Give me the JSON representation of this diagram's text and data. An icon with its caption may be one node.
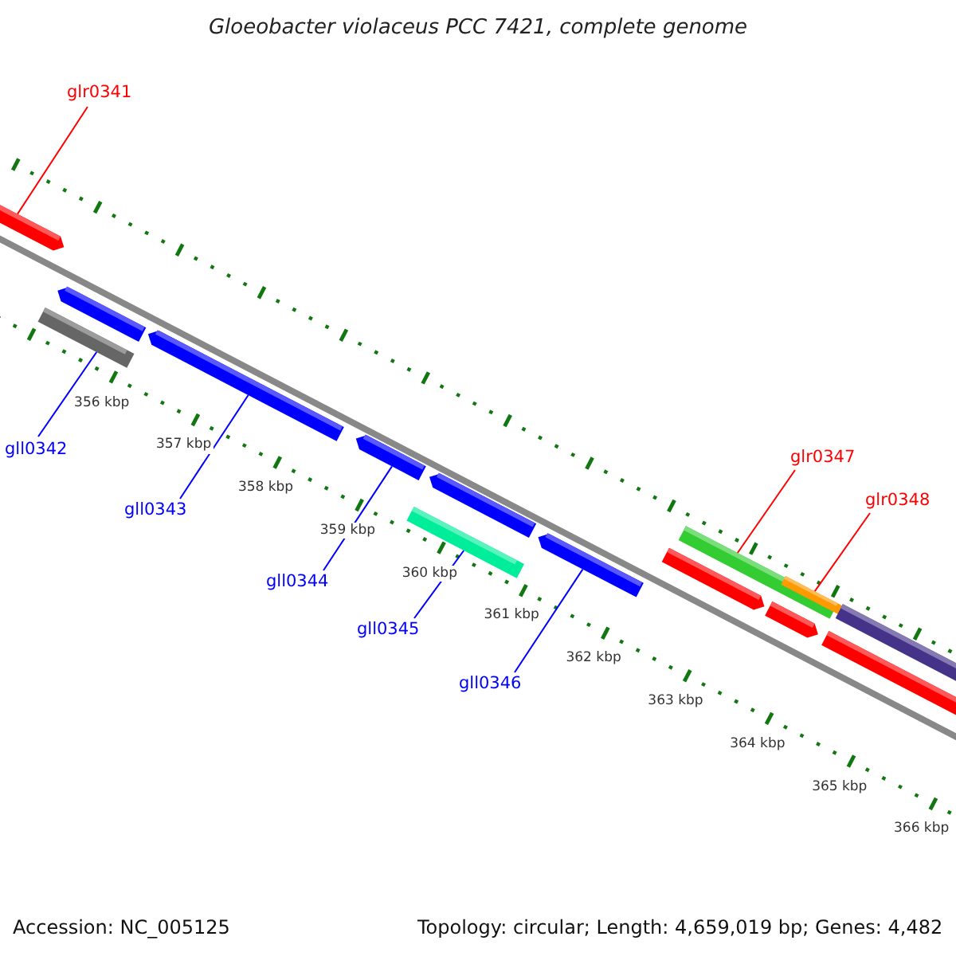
{
  "diagram": {
    "title": "Gloeobacter violaceus PCC 7421, complete genome",
    "nodes": [
      {
        "text": [
          "glr0341"
        ]
      },
      {
        "text": [
          "gll0342"
        ]
      },
      {
        "text": [
          "gll0343"
        ]
      },
      {
        "text": [
          "gll0344"
        ]
      },
      {
        "text": [
          "gll0345"
        ]
      },
      {
        "text": [
          "gll0346"
        ]
      },
      {
        "text": [
          "glr0347"
        ]
      },
      {
        "text": [
          "glr0348"
        ]
      },
      {
        "text": [],
        "shape": "bar"
      },
      {
        "text": [],
        "shape": "bar"
      },
      {
        "text": [],
        "shape": "bar"
      },
      {
        "text": [],
        "shape": "bar"
      },
      {
        "text": [],
        "shape": "bar"
      },
      {
        "text": [],
        "shape": "bar"
      },
      {
        "text": [],
        "shape": "bar"
      },
      {
        "text": [],
        "shape": "bar"
      },
      {
        "text": [],
        "shape": "bar"
      },
      {
        "text": [],
        "shape": "bar"
      },
      {
        "text": [],
        "shape": "bar"
      },
      {
        "text": [],
        "shape": "bar"
      },
      {
        "text": [],
        "shape": "bar"
      },
      {
        "text": [],
        "shape": "bar"
      }
    ],
    "edges": [
      {
        "from": 0,
        "to": 8,
        "arrow": "none",
        "color": "#ff0000"
      },
      {
        "from": 1,
        "to": 9,
        "arrow": "none"
      },
      {
        "from": 2,
        "to": 11,
        "arrow": "none"
      },
      {
        "from": 3,
        "to": 12,
        "arrow": "none"
      },
      {
        "from": 4,
        "to": 13,
        "arrow": "none"
      },
      {
        "from": 5,
        "to": 15,
        "arrow": "none"
      },
      {
        "from": 6,
        "to": 17,
        "arrow": "none",
        "color": "#ff0000"
      },
      {
        "from": 7,
        "to": 19,
        "arrow": "none",
        "color": "#ff0000"
      }
    ],
    "labels": [
      "356 kbp",
      "357 kbp",
      "358 kbp",
      "359 kbp",
      "360 kbp",
      "361 kbp",
      "362 kbp",
      "363 kbp",
      "364 kbp",
      "365 kbp",
      "366 kbp",
      "Accession: NC_005125",
      "Topology: circular; Length: 4,659,019 bp; Genes: 4,482"
    ]
  }
}
